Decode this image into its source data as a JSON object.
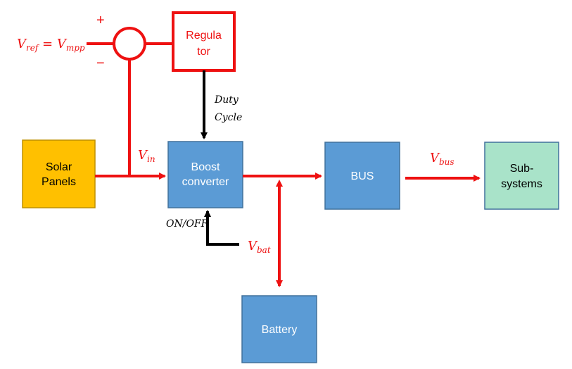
{
  "colors": {
    "red": "#ee1111",
    "black": "#000000",
    "blue_fill": "#5b9bd5",
    "blue_stroke": "#41719c",
    "solar_fill": "#ffc000",
    "solar_stroke": "#bf9000",
    "subsystems_fill": "#a9e3c9",
    "subsystems_stroke": "#41719c"
  },
  "blocks": {
    "solar": [
      "Solar",
      "Panels"
    ],
    "boost": [
      "Boost",
      "converter"
    ],
    "bus": "BUS",
    "subsystems": [
      "Sub-",
      "systems"
    ],
    "battery": "Battery",
    "regulator": [
      "Regula",
      "tor"
    ]
  },
  "labels": {
    "vref_v": "V",
    "vref_sub": "ref",
    "equals": " = ",
    "vmpp_v": "V",
    "vmpp_sub": "mpp",
    "plus": "+",
    "minus": "−",
    "vin_v": "V",
    "vin_sub": "in",
    "vbus_v": "V",
    "vbus_sub": "bus",
    "vbat_v": "V",
    "vbat_sub": "bat",
    "duty": "Duty",
    "cycle": "Cycle",
    "onoff": "ON/OFF"
  }
}
